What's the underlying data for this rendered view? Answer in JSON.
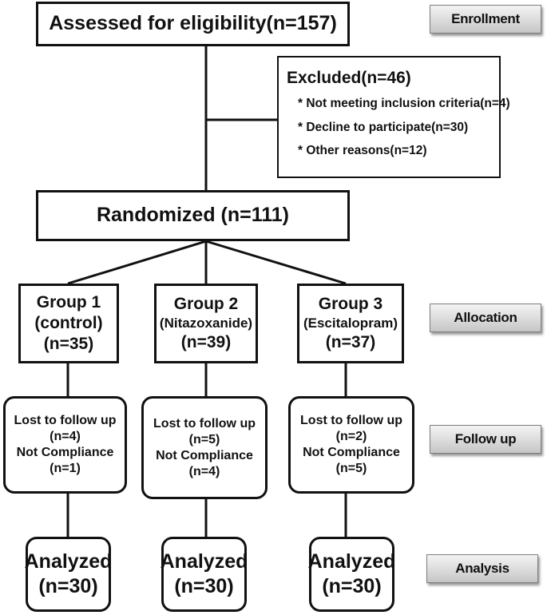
{
  "enrollment": {
    "assessed": "Assessed for eligibility(n=157)",
    "excluded_title": "Excluded(n=46)",
    "excluded_reasons": [
      "* Not meeting inclusion criteria(n=4)",
      "* Decline to participate(n=30)",
      "* Other reasons(n=12)"
    ],
    "randomized": "Randomized (n=111)"
  },
  "groups": [
    {
      "name": "Group 1",
      "drug": "(control)",
      "n": "(n=35)",
      "lost_label": "Lost to follow up",
      "lost_n": "(n=4)",
      "noncomp_label": "Not Compliance",
      "noncomp_n": "(n=1)",
      "analyzed_label": "Analyzed",
      "analyzed_n": "(n=30)"
    },
    {
      "name": "Group 2",
      "drug": "(Nitazoxanide)",
      "n": "(n=39)",
      "lost_label": "Lost to follow up",
      "lost_n": "(n=5)",
      "noncomp_label": "Not Compliance",
      "noncomp_n": "(n=4)",
      "analyzed_label": "Analyzed",
      "analyzed_n": "(n=30)"
    },
    {
      "name": "Group 3",
      "drug": "(Escitalopram)",
      "n": "(n=37)",
      "lost_label": "Lost to follow up",
      "lost_n": "(n=2)",
      "noncomp_label": "Not Compliance",
      "noncomp_n": "(n=5)",
      "analyzed_label": "Analyzed",
      "analyzed_n": "(n=30)"
    }
  ],
  "stages": {
    "enrollment": "Enrollment",
    "allocation": "Allocation",
    "follow_up": "Follow up",
    "analysis": "Analysis"
  }
}
